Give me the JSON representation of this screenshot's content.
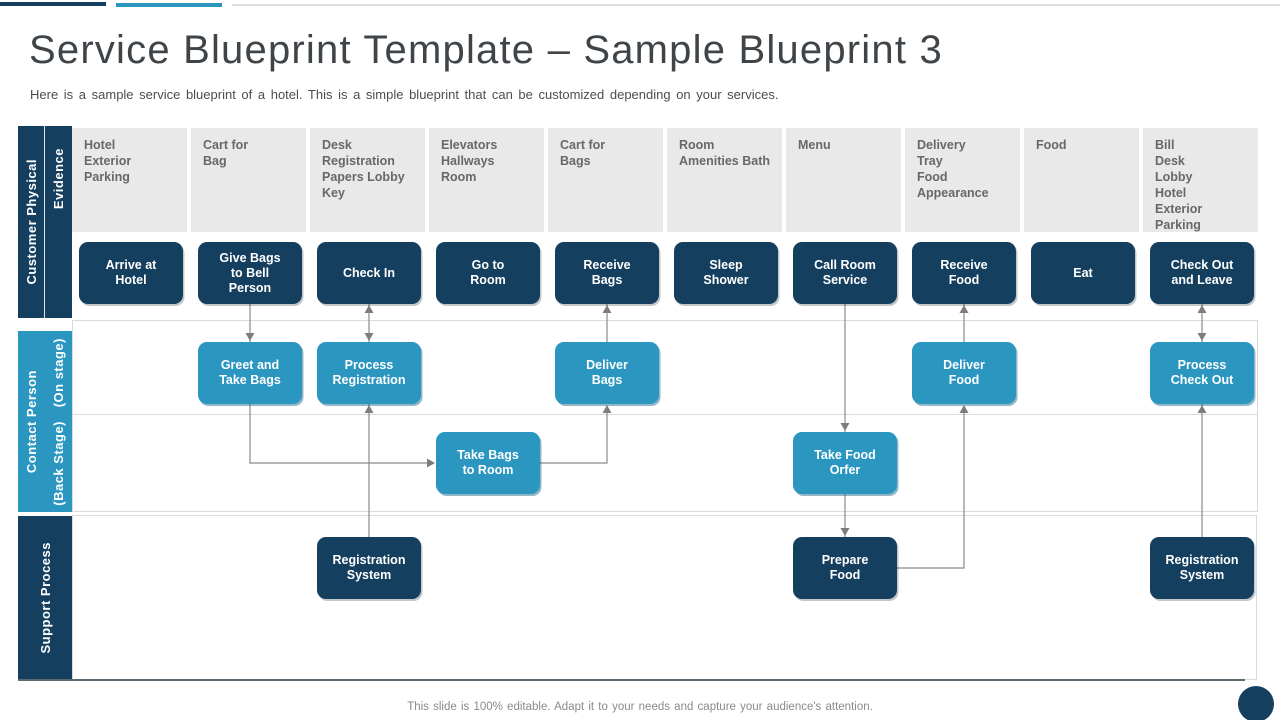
{
  "slide": {
    "title": "Service Blueprint Template – Sample Blueprint 3",
    "subtitle": "Here is a sample service blueprint of a hotel. This is a simple blueprint that can be customized depending on your services.",
    "footer": "This slide is 100% editable. Adapt it to your needs and capture your audience's attention."
  },
  "colors": {
    "dark_navy": "#143f5f",
    "teal": "#2b96c0",
    "evidence_cell_gray": "#e9e9e9",
    "connector_gray": "#8a8a8a"
  },
  "diagram": {
    "lanes": {
      "customer": {
        "outer": "Customer Physical",
        "inner": "Evidence"
      },
      "contact": {
        "outer": "Contact Person",
        "on_stage": "(On stage)",
        "back_stage": "(Back Stage)"
      },
      "support": {
        "label": "Support Process"
      }
    },
    "evidence": [
      "Hotel\nExterior\nParking",
      "Cart for\nBag",
      "Desk\nRegistration\nPapers Lobby\nKey",
      "Elevators\nHallways\nRoom",
      "Cart for\nBags",
      "Room\nAmenities Bath",
      "Menu",
      "Delivery\nTray\nFood\nAppearance",
      "Food",
      "Bill\nDesk\nLobby\nHotel\nExterior\nParking"
    ],
    "nodes": {
      "customer": [
        {
          "id": "arrive-at-hotel",
          "col": 0,
          "label": "Arrive at\nHotel"
        },
        {
          "id": "give-bags-to-bell-person",
          "col": 1,
          "label": "Give Bags\nto Bell\nPerson"
        },
        {
          "id": "check-in",
          "col": 2,
          "label": "Check In"
        },
        {
          "id": "go-to-room",
          "col": 3,
          "label": "Go to\nRoom"
        },
        {
          "id": "receive-bags",
          "col": 4,
          "label": "Receive\nBags"
        },
        {
          "id": "sleep-shower",
          "col": 5,
          "label": "Sleep\nShower"
        },
        {
          "id": "call-room-service",
          "col": 6,
          "label": "Call Room\nService"
        },
        {
          "id": "receive-food",
          "col": 7,
          "label": "Receive\nFood"
        },
        {
          "id": "eat",
          "col": 8,
          "label": "Eat"
        },
        {
          "id": "check-out-and-leave",
          "col": 9,
          "label": "Check Out\nand Leave"
        }
      ],
      "onstage": [
        {
          "id": "greet-and-take-bags",
          "col": 1,
          "label": "Greet and\nTake Bags"
        },
        {
          "id": "process-registration",
          "col": 2,
          "label": "Process\nRegistration"
        },
        {
          "id": "deliver-bags",
          "col": 4,
          "label": "Deliver\nBags"
        },
        {
          "id": "deliver-food",
          "col": 7,
          "label": "Deliver\nFood"
        },
        {
          "id": "process-check-out",
          "col": 9,
          "label": "Process\nCheck Out"
        }
      ],
      "backstage": [
        {
          "id": "take-bags-to-room",
          "col": 3,
          "label": "Take Bags\nto Room"
        },
        {
          "id": "take-food-order",
          "col": 6,
          "label": "Take Food\nOrfer"
        }
      ],
      "support": [
        {
          "id": "registration-system-1",
          "col": 2,
          "label": "Registration\nSystem"
        },
        {
          "id": "prepare-food",
          "col": 6,
          "label": "Prepare\nFood"
        },
        {
          "id": "registration-system-2",
          "col": 9,
          "label": "Registration\nSystem"
        }
      ]
    },
    "edges": [
      {
        "from": "give-bags-to-bell-person",
        "to": "greet-and-take-bags",
        "type": "v",
        "arrows": "down"
      },
      {
        "from": "check-in",
        "to": "process-registration",
        "type": "v",
        "arrows": "both"
      },
      {
        "from": "process-registration",
        "to": "registration-system-1",
        "type": "v",
        "arrows": "up"
      },
      {
        "from": "greet-and-take-bags",
        "to": "take-bags-to-room",
        "type": "elbow-down-right"
      },
      {
        "from": "take-bags-to-room",
        "to": "deliver-bags",
        "type": "elbow-right-up"
      },
      {
        "from": "deliver-bags",
        "to": "receive-bags",
        "type": "v",
        "arrows": "up"
      },
      {
        "from": "call-room-service",
        "to": "take-food-order",
        "type": "v",
        "arrows": "down"
      },
      {
        "from": "take-food-order",
        "to": "prepare-food",
        "type": "v",
        "arrows": "down"
      },
      {
        "from": "prepare-food",
        "to": "deliver-food",
        "type": "elbow-right-up"
      },
      {
        "from": "deliver-food",
        "to": "receive-food",
        "type": "v",
        "arrows": "up"
      },
      {
        "from": "check-out-and-leave",
        "to": "process-check-out",
        "type": "v",
        "arrows": "both"
      },
      {
        "from": "registration-system-2",
        "to": "process-check-out",
        "type": "v",
        "arrows": "up"
      }
    ]
  }
}
